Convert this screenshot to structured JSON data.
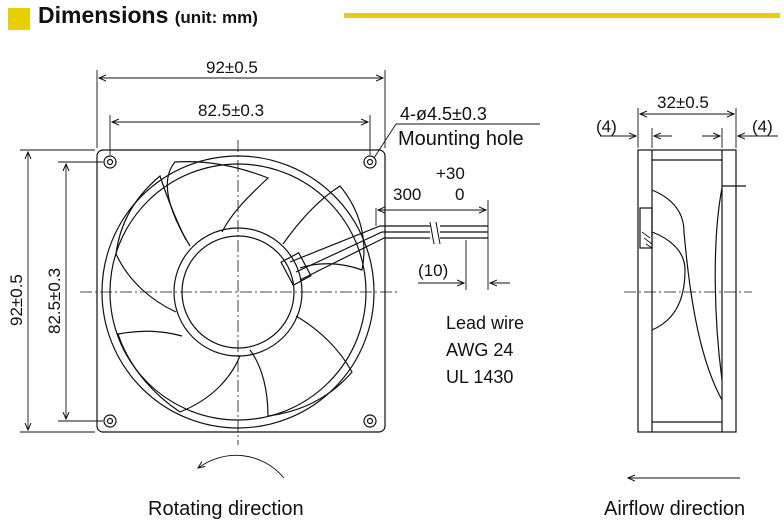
{
  "header": {
    "title": "Dimensions",
    "unit": "(unit: mm)",
    "accent_color": "#e9cf00"
  },
  "front_view": {
    "outer_width": "92±0.5",
    "hole_pitch_width": "82.5±0.3",
    "outer_height": "92±0.5",
    "hole_pitch_height": "82.5±0.3",
    "mounting_hole_spec": "4-ø4.5±0.3",
    "mounting_hole_label": "Mounting hole",
    "wire_length": "300",
    "wire_tol_plus": "+30",
    "wire_tol_minus": "0",
    "wire_strip": "(10)",
    "lead_wire_lines": [
      "Lead wire",
      "AWG 24",
      "UL 1430"
    ],
    "rotation_caption": "Rotating direction"
  },
  "side_view": {
    "depth": "32±0.5",
    "flange_left": "(4)",
    "flange_right": "(4)",
    "airflow_caption": "Airflow direction"
  }
}
